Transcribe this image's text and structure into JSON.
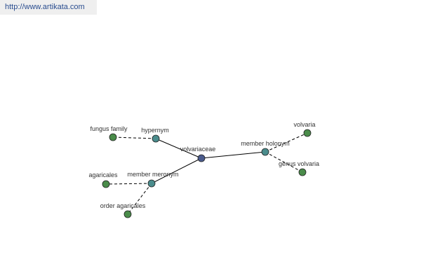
{
  "header": {
    "url": "http://www.artikata.com"
  },
  "colors": {
    "center": "#4a5a8c",
    "relation": "#4a8c8c",
    "leaf": "#4a8c4a",
    "edge": "#000000"
  },
  "graph": {
    "nodes": [
      {
        "id": "volvariaceae",
        "label": "volvariaceae",
        "kind": "center"
      },
      {
        "id": "hypernym",
        "label": "hypernym",
        "kind": "relation"
      },
      {
        "id": "member-meronym",
        "label": "member meronym",
        "kind": "relation"
      },
      {
        "id": "member-holonym",
        "label": "member holonym",
        "kind": "relation"
      },
      {
        "id": "fungus-family",
        "label": "fungus family",
        "kind": "leaf"
      },
      {
        "id": "agaricales",
        "label": "agaricales",
        "kind": "leaf"
      },
      {
        "id": "order-agaricales",
        "label": "order agaricales",
        "kind": "leaf"
      },
      {
        "id": "volvaria",
        "label": "volvaria",
        "kind": "leaf"
      },
      {
        "id": "genus-volvaria",
        "label": "genus volvaria",
        "kind": "leaf"
      }
    ],
    "edges": [
      {
        "from": "volvariaceae",
        "to": "hypernym",
        "style": "solid"
      },
      {
        "from": "volvariaceae",
        "to": "member-meronym",
        "style": "solid"
      },
      {
        "from": "volvariaceae",
        "to": "member-holonym",
        "style": "solid"
      },
      {
        "from": "hypernym",
        "to": "fungus-family",
        "style": "dashed"
      },
      {
        "from": "member-meronym",
        "to": "agaricales",
        "style": "dashed"
      },
      {
        "from": "member-meronym",
        "to": "order-agaricales",
        "style": "dashed"
      },
      {
        "from": "member-holonym",
        "to": "volvaria",
        "style": "dashed"
      },
      {
        "from": "member-holonym",
        "to": "genus-volvaria",
        "style": "dashed"
      }
    ]
  }
}
